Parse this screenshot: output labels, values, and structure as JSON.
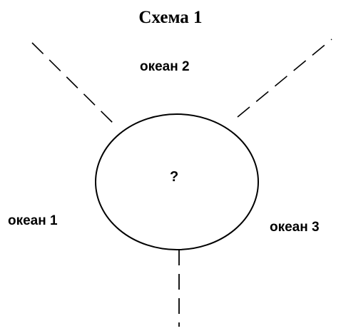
{
  "title": "Схема 1",
  "labels": {
    "ocean_1": "океан 1",
    "ocean_2": "океан 2",
    "ocean_3": "океан 3",
    "center": "?"
  },
  "colors": {
    "stroke": "#000000",
    "background": "#ffffff"
  }
}
